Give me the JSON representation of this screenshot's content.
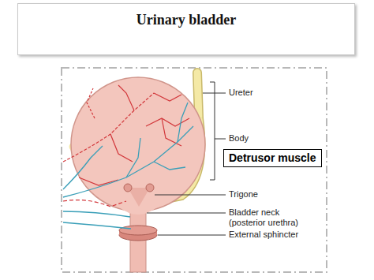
{
  "diagram": {
    "title": "Urinary bladder",
    "nodes": [
      {
        "text": [
          "Detrusor muscle"
        ]
      }
    ],
    "labels": [
      "Ureter",
      "Body",
      "Trigone",
      "Bladder neck (posterior urethra)",
      "External sphincter"
    ]
  }
}
